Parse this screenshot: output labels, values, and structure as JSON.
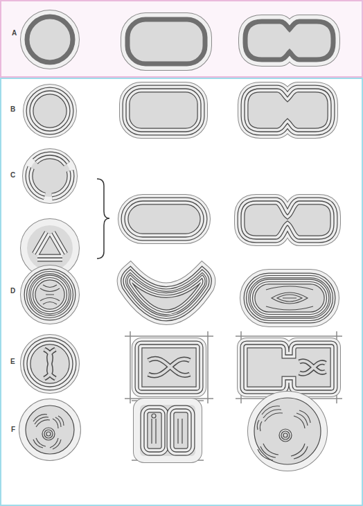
{
  "diagram": {
    "labels": [
      "A",
      "B",
      "C",
      "D",
      "E",
      "F"
    ]
  }
}
